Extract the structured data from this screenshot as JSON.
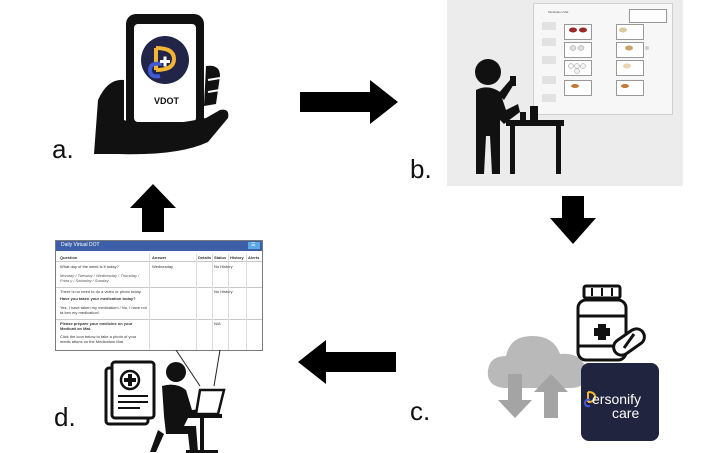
{
  "steps": {
    "a": "a.",
    "b": "b.",
    "c": "c.",
    "d": "d."
  },
  "phone": {
    "app_label": "VDOT",
    "colors": {
      "phone": "#111111",
      "screen": "#232548",
      "logo_blue": "#3f5ad8",
      "logo_yellow": "#f2b632"
    }
  },
  "brand_card": {
    "line1": "ersonify",
    "line2": "care"
  },
  "mat": {
    "header": "Medication Mat"
  },
  "screenshot": {
    "title": "Daily Virtual DOT",
    "button": "☰",
    "columns": [
      "Question",
      "Answer",
      "Details",
      "Status",
      "History",
      "Alerts"
    ],
    "rows": [
      {
        "question": "What day of the week is it today?",
        "options": "Monday / Tuesday / Wednesday / Thursday / Frida y / Saturday / Sunday",
        "answer": "Wednesday",
        "status": "No History"
      },
      {
        "note": "There is no need to do a video or photo today.",
        "question": "Have you taken your medication today?",
        "options": "Yes, I have taken my medication! / No, I have not ta ken my medication!",
        "answer": "",
        "status": "No History"
      },
      {
        "question": "Please prepare your medicine on your Medicati on Mat.",
        "options": "Click the icon below to take a photo of your medic ations on the Medication Mat.",
        "answer": "",
        "status": "N/A"
      }
    ]
  },
  "arrows": {
    "color": "#000000"
  }
}
